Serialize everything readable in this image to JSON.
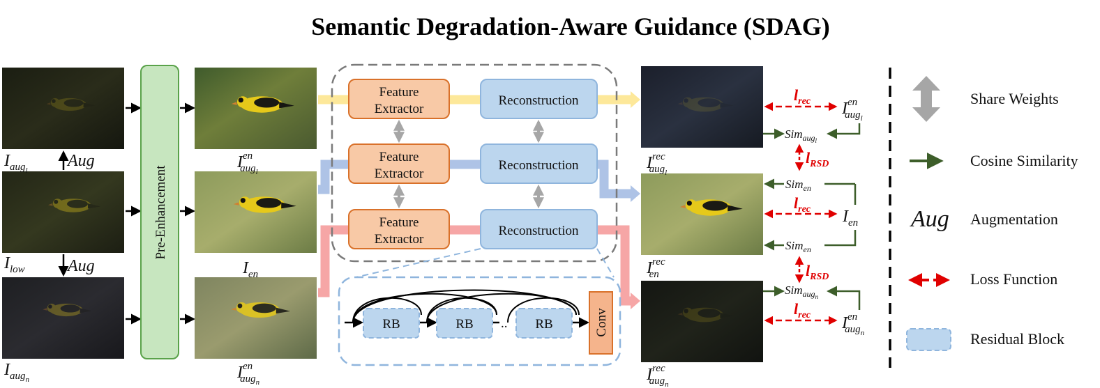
{
  "title": "Semantic Degradation-Aware Guidance (SDAG)",
  "pre_enhancement": "Pre-Enhancement",
  "feature_extractor": [
    "Feature",
    "Extractor"
  ],
  "reconstruction": "Reconstruction",
  "rb": "RB",
  "rb_dots": "..",
  "conv": "Conv",
  "aug": "Aug",
  "labels": {
    "i": "I",
    "aug_l_sub": "aug",
    "aug_l_subsub": "l",
    "aug_n_subsub": "n",
    "low_sub": "low",
    "en_sub": "en",
    "en_sup": "en",
    "rec_sup": "rec",
    "sim": "Sim",
    "l": "l",
    "rec": "rec",
    "rsd": "RSD"
  },
  "legend": {
    "share_weights": "Share Weights",
    "cosine_similarity": "Cosine Similarity",
    "aug_symbol": "Aug",
    "augmentation": "Augmentation",
    "loss_function": "Loss Function",
    "residual_block": "Residual Block"
  },
  "colors": {
    "yellow_stream": "#fde89a",
    "blue_stream": "#aec3e6",
    "red_stream": "#f6a6a6",
    "feature_fill": "#f8c9a6",
    "feature_stroke": "#d9712a",
    "recon_fill": "#bcd6ee",
    "recon_stroke": "#8fb5dd",
    "pre_fill": "#c7e6bf",
    "pre_stroke": "#5aa24a",
    "conv_fill": "#f5b48c",
    "conv_stroke": "#d9712a",
    "cosine_arrow": "#3d5e2a",
    "loss_arrow": "#e00000",
    "share_arrow": "#a6a6a6"
  }
}
